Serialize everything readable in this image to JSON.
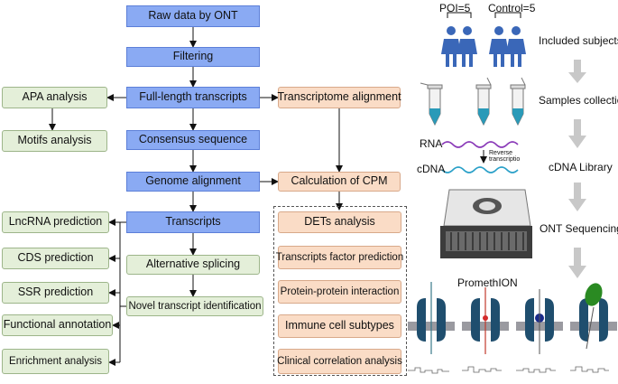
{
  "flow": {
    "raw": "Raw data by ONT",
    "filtering": "Filtering",
    "fulllength": "Full-length transcripts",
    "consensus": "Consensus sequence",
    "genome": "Genome alignment",
    "transcripts": "Transcripts",
    "altsplice": "Alternative splicing",
    "novel": "Novel transcript identification",
    "apa": "APA analysis",
    "motifs": "Motifs analysis",
    "lncrna": "LncRNA prediction",
    "cds": "CDS prediction",
    "ssr": "SSR prediction",
    "functional": "Functional annotation",
    "enrichment": "Enrichment analysis",
    "tx_align": "Transcriptome alignment",
    "cpm": "Calculation of CPM",
    "dets": "DETs analysis",
    "tf": "Transcripts factor prediction",
    "ppi": "Protein-protein interaction",
    "immune": "Immune cell subtypes",
    "clinical": "Clinical correlation analysis"
  },
  "workflow": {
    "poi": "POI=5",
    "control": "Control=5",
    "rna": "RNA",
    "cdna": "cDNA",
    "reverse": "Reverse",
    "transcriptio": "transcriptio",
    "promethion": "PromethION",
    "step1": "Included subjects",
    "step2": "Samples collection",
    "step3": "cDNA Library",
    "step4": "ONT Sequencing"
  },
  "colors": {
    "main_flow": "#8aaaf3",
    "side_analysis": "#e4efd9",
    "expression_analysis": "#fadcc6",
    "subjects": "#3a67b8",
    "tube_liquid": "#2a9ab8",
    "pore": "#1f4e6e",
    "molecule": "#2a8a22"
  },
  "icons": [
    "person-icon",
    "sample-tube-icon",
    "rna-strand-icon",
    "cdna-strand-icon",
    "promethion-device-icon",
    "nanopore-icon",
    "signal-trace-icon",
    "down-arrow-icon"
  ]
}
